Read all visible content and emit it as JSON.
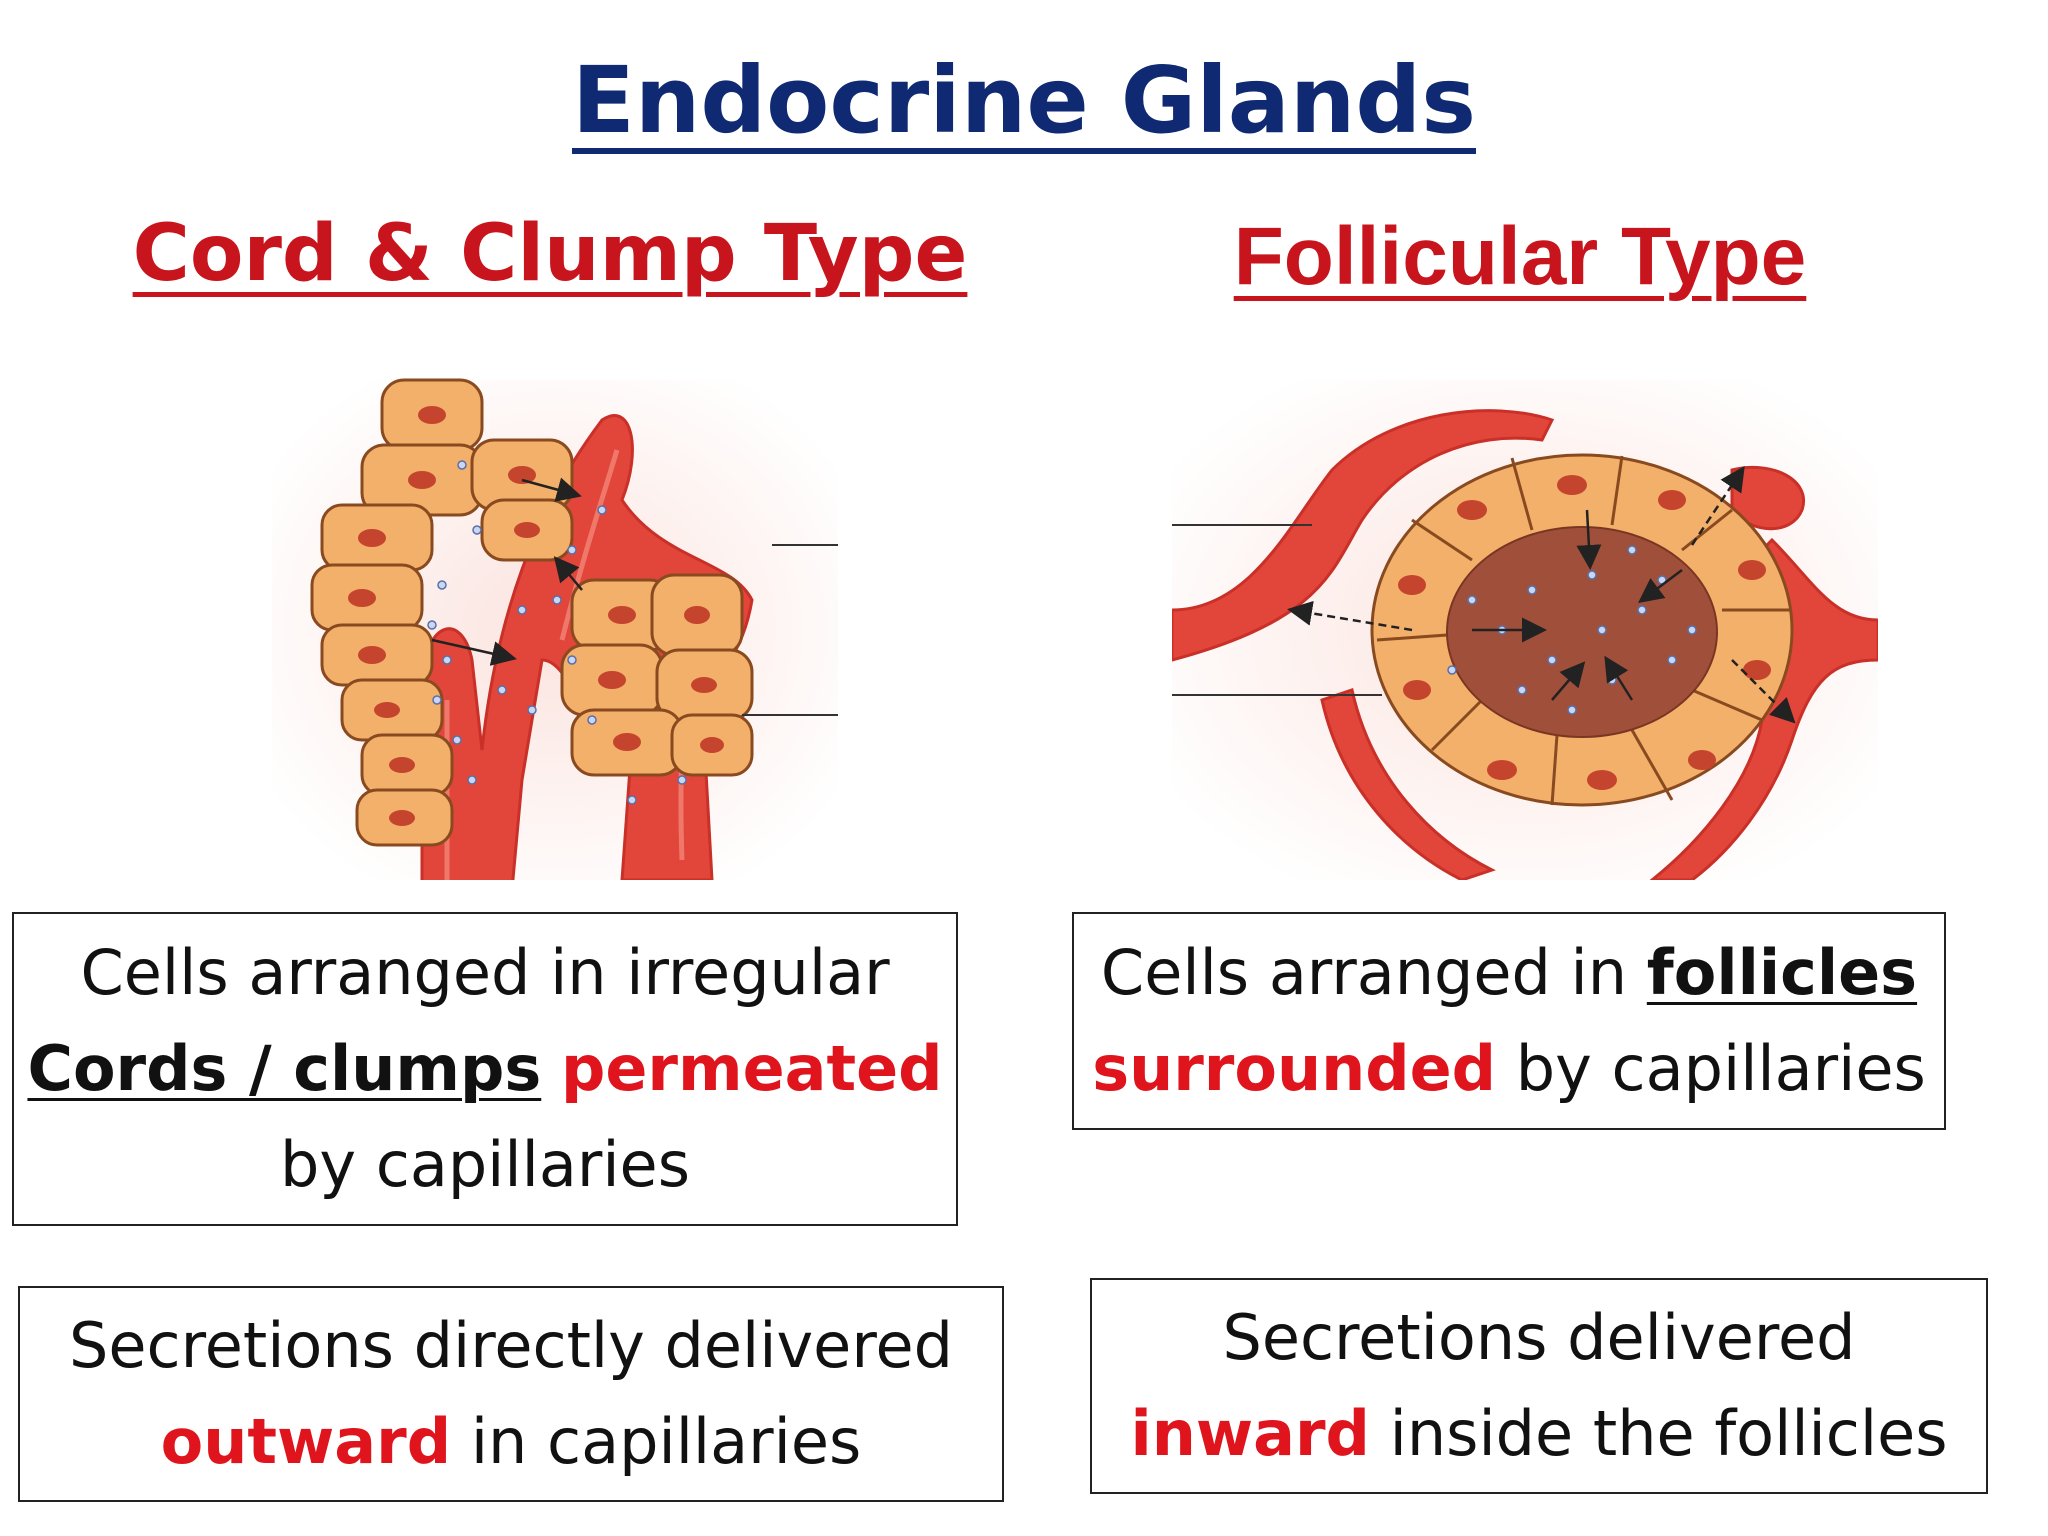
{
  "title": "Endocrine Glands",
  "left": {
    "heading": "Cord & Clump Type",
    "box1": {
      "line1": "Cells arranged in irregular",
      "cords": "Cords / clumps",
      "permeated": "permeated",
      "line3": "by capillaries"
    },
    "box2": {
      "line1": "Secretions directly delivered",
      "outward": "outward",
      "line2_rest": " in capillaries"
    }
  },
  "right": {
    "heading": "Follicular Type",
    "box1": {
      "line1_pre": "Cells arranged in ",
      "follicles": "follicles",
      "surrounded": "surrounded",
      "line2_rest": " by capillaries"
    },
    "box2": {
      "line1": "Secretions delivered",
      "inward": "inward",
      "line2_rest": " inside the follicles"
    }
  },
  "colors": {
    "title": "#0f2a73",
    "heading": "#c8141c",
    "emphasis": "#e0141c",
    "capillary": "#e2453a",
    "cell": "#f2b06a",
    "nucleus": "#c5442e",
    "colloid": "#a0503a"
  }
}
